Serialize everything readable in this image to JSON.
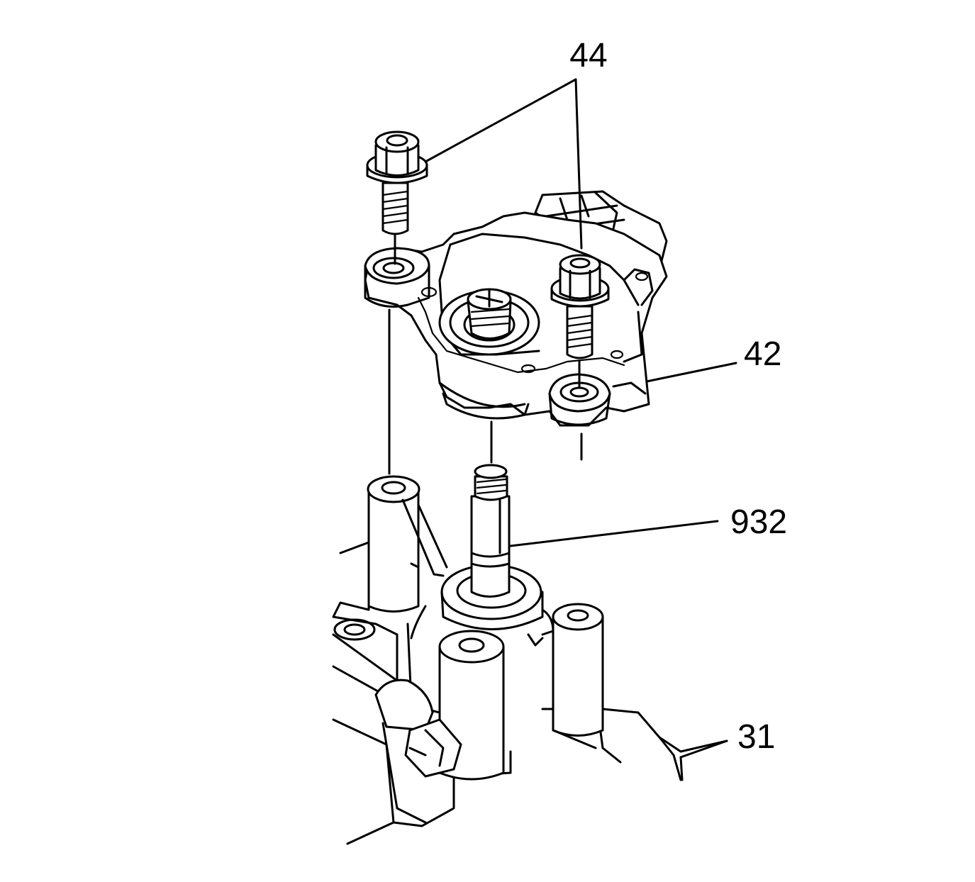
{
  "callouts": {
    "bolts": "44",
    "switch": "42",
    "shaft": "932",
    "housing": "31"
  }
}
